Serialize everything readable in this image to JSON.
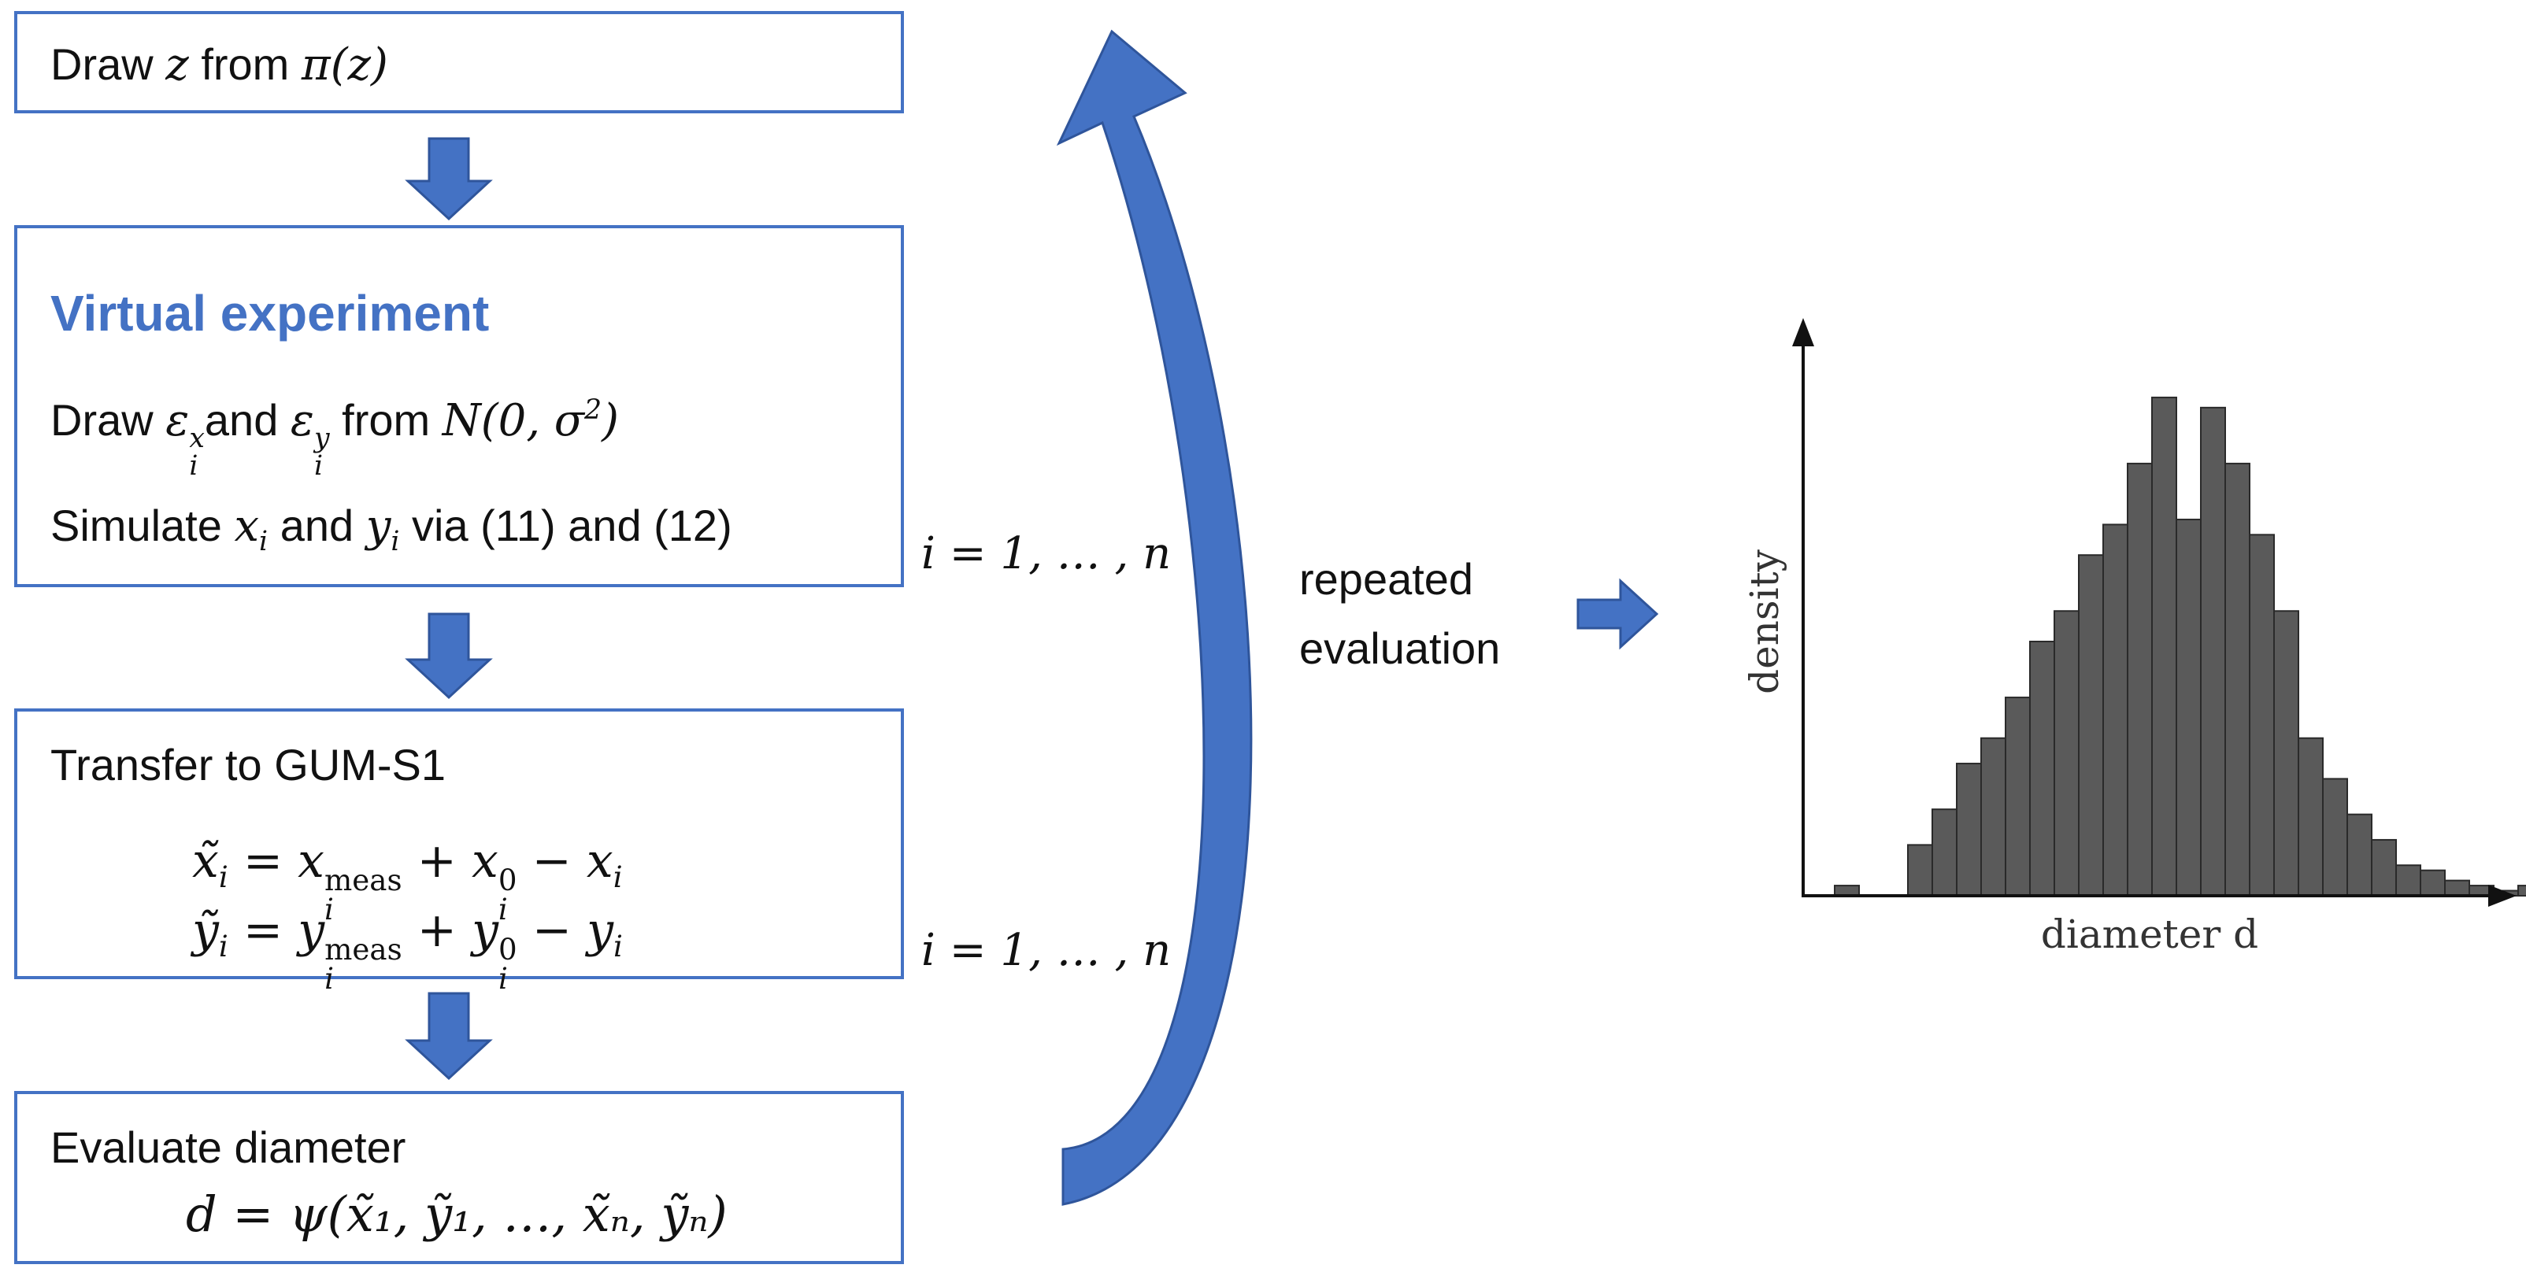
{
  "box1": {
    "label": "Draw",
    "var": "z",
    "mid": "from",
    "dist": "π(z)"
  },
  "box2": {
    "title": "Virtual experiment",
    "line1": {
      "draw": "Draw",
      "eps": "ε",
      "sub_i": "i",
      "sup_x": "x",
      "and": "and",
      "sup_y": "y",
      "from": "from",
      "normal": "N(0, σ",
      "sq": "2",
      "close": ")"
    },
    "line2": {
      "simulate": "Simulate",
      "x": "x",
      "i": "i",
      "and": "and",
      "y": "y",
      "via": "via (11) and (12)"
    }
  },
  "box3": {
    "title": "Transfer to GUM-S1",
    "eq1": {
      "lhs": "x̃",
      "i": "i",
      "eq": " = ",
      "x1": "x",
      "meas": "meas",
      "plus": " + ",
      "x2": "x",
      "zero": "0",
      "minus": " − ",
      "x3": "x"
    },
    "eq2": {
      "lhs": "ỹ",
      "i": "i",
      "eq": " = ",
      "y1": "y",
      "meas": "meas",
      "plus": " + ",
      "y2": "y",
      "zero": "0",
      "minus": " − ",
      "y3": "y"
    }
  },
  "box4": {
    "title": "Evaluate diameter",
    "eq": "d = ψ(x̃₁, ỹ₁, …, x̃ₙ, ỹₙ)"
  },
  "index1": "i = 1, … , n",
  "index2": "i = 1, … , n",
  "loop_label": {
    "line1": "repeated",
    "line2": "evaluation"
  },
  "chart_data": {
    "type": "bar",
    "title": "",
    "xlabel": "diameter d",
    "ylabel": "density",
    "values": [
      0.02,
      0,
      0,
      0.1,
      0.17,
      0.26,
      0.31,
      0.39,
      0.5,
      0.56,
      0.67,
      0.73,
      0.85,
      0.98,
      0.74,
      0.96,
      0.85,
      0.71,
      0.56,
      0.31,
      0.23,
      0.16,
      0.11,
      0.06,
      0.05,
      0.03,
      0.02,
      0.01,
      0.02,
      0.01
    ],
    "ylim": [
      0,
      1.0
    ],
    "grid": false,
    "colors": {
      "bar": "#5a5a5a",
      "bar_stroke": "#2a2a2a",
      "axis": "#111111"
    }
  },
  "colors": {
    "accent": "#4472c4",
    "arrow_dark": "#2f559b"
  }
}
